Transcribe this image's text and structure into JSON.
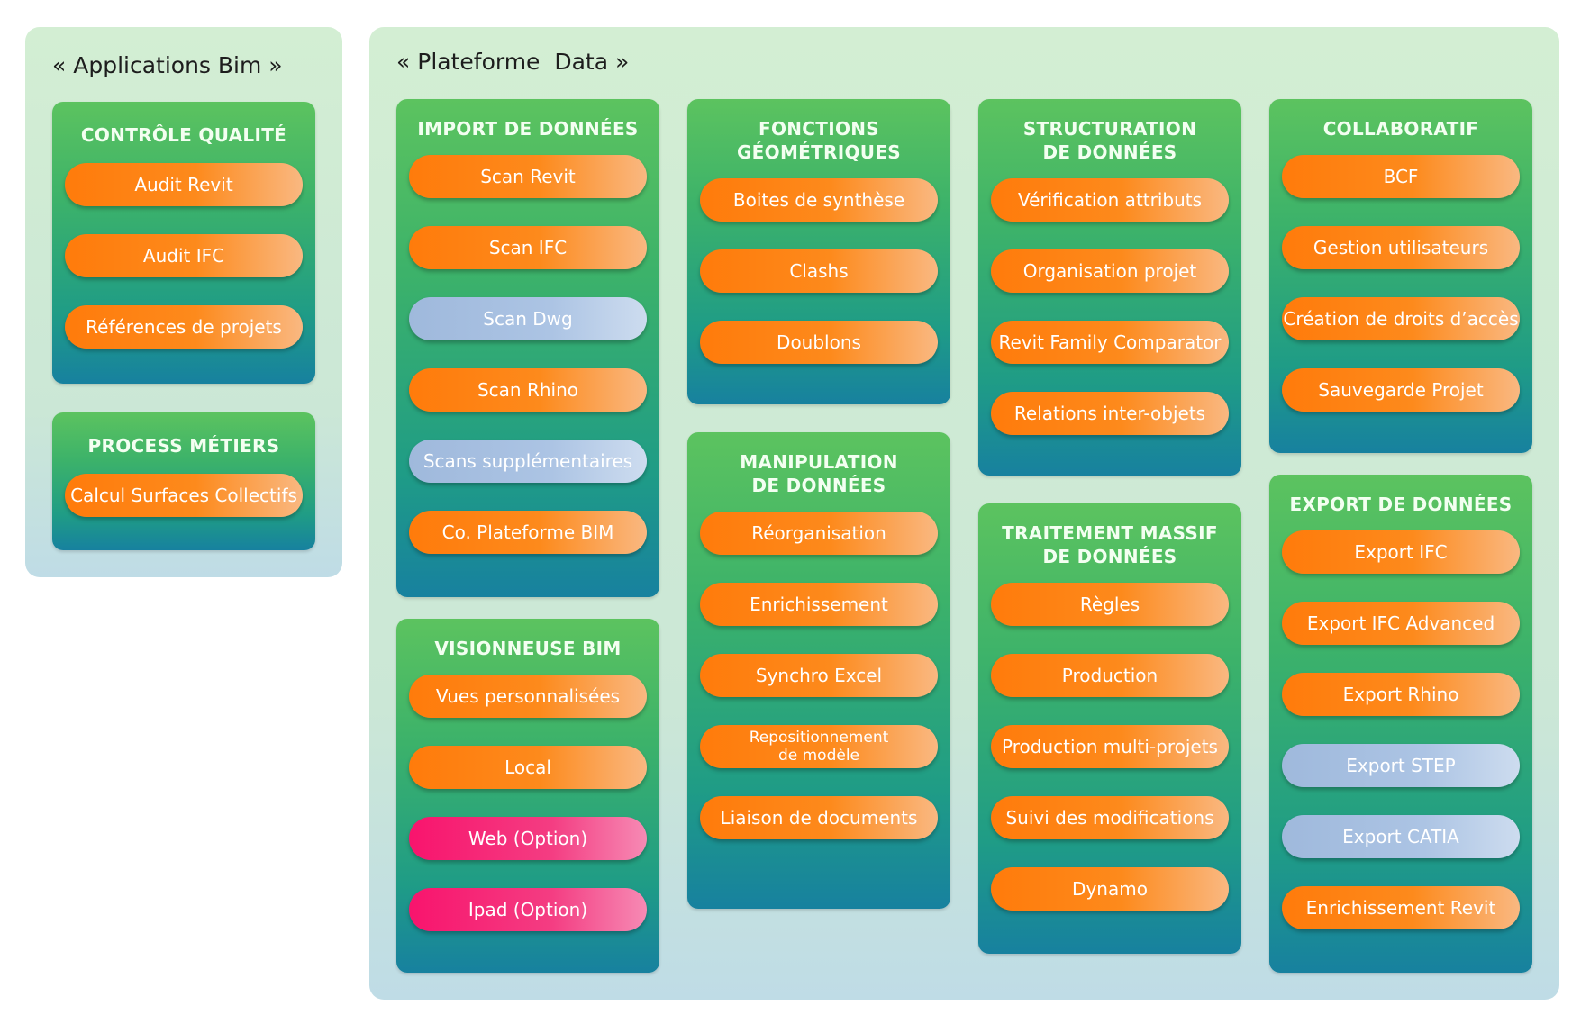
{
  "left_panel": {
    "title": "« Applications Bim »",
    "groups": [
      {
        "title": "CONTRÔLE QUALITÉ",
        "items": [
          {
            "label": "Audit Revit",
            "color": "orange"
          },
          {
            "label": "Audit IFC",
            "color": "orange"
          },
          {
            "label": "Références de projets",
            "color": "orange"
          }
        ]
      },
      {
        "title": "PROCESS MÉTIERS",
        "items": [
          {
            "label": "Calcul Surfaces Collectifs",
            "color": "orange"
          }
        ]
      }
    ]
  },
  "right_panel": {
    "title": "« Plateforme  Data »",
    "groups": [
      {
        "title": "IMPORT DE DONNÉES",
        "items": [
          {
            "label": "Scan Revit",
            "color": "orange"
          },
          {
            "label": "Scan IFC",
            "color": "orange"
          },
          {
            "label": "Scan Dwg",
            "color": "blue"
          },
          {
            "label": "Scan Rhino",
            "color": "orange"
          },
          {
            "label": "Scans supplémentaires",
            "color": "blue"
          },
          {
            "label": "Co. Plateforme BIM",
            "color": "orange"
          }
        ]
      },
      {
        "title": "VISIONNEUSE BIM",
        "items": [
          {
            "label": "Vues personnalisées",
            "color": "orange"
          },
          {
            "label": "Local",
            "color": "orange"
          },
          {
            "label": "Web (Option)",
            "color": "pink"
          },
          {
            "label": "Ipad (Option)",
            "color": "pink"
          }
        ]
      },
      {
        "title": "FONCTIONS\nGÉOMÉTRIQUES",
        "items": [
          {
            "label": "Boites de synthèse",
            "color": "orange"
          },
          {
            "label": "Clashs",
            "color": "orange"
          },
          {
            "label": "Doublons",
            "color": "orange"
          }
        ]
      },
      {
        "title": "MANIPULATION\nDE DONNÉES",
        "items": [
          {
            "label": "Réorganisation",
            "color": "orange"
          },
          {
            "label": "Enrichissement",
            "color": "orange"
          },
          {
            "label": "Synchro Excel",
            "color": "orange"
          },
          {
            "label": "Repositionnement\nde modèle",
            "color": "orange"
          },
          {
            "label": "Liaison de documents",
            "color": "orange"
          }
        ]
      },
      {
        "title": "STRUCTURATION\nDE DONNÉES",
        "items": [
          {
            "label": "Vérification attributs",
            "color": "orange"
          },
          {
            "label": "Organisation projet",
            "color": "orange"
          },
          {
            "label": "Revit Family Comparator",
            "color": "orange"
          },
          {
            "label": "Relations inter-objets",
            "color": "orange"
          }
        ]
      },
      {
        "title": "TRAITEMENT MASSIF\nDE DONNÉES",
        "items": [
          {
            "label": "Règles",
            "color": "orange"
          },
          {
            "label": "Production",
            "color": "orange"
          },
          {
            "label": "Production multi-projets",
            "color": "orange"
          },
          {
            "label": "Suivi des modifications",
            "color": "orange"
          },
          {
            "label": "Dynamo",
            "color": "orange"
          }
        ]
      },
      {
        "title": "COLLABORATIF",
        "items": [
          {
            "label": "BCF",
            "color": "orange"
          },
          {
            "label": "Gestion utilisateurs",
            "color": "orange"
          },
          {
            "label": "Création de droits d’accès",
            "color": "orange"
          },
          {
            "label": "Sauvegarde Projet",
            "color": "orange"
          }
        ]
      },
      {
        "title": "EXPORT DE DONNÉES",
        "items": [
          {
            "label": "Export IFC",
            "color": "orange"
          },
          {
            "label": "Export IFC Advanced",
            "color": "orange"
          },
          {
            "label": "Export Rhino",
            "color": "orange"
          },
          {
            "label": "Export STEP",
            "color": "blue"
          },
          {
            "label": "Export CATIA",
            "color": "blue"
          },
          {
            "label": "Enrichissement Revit",
            "color": "orange"
          }
        ]
      }
    ]
  }
}
